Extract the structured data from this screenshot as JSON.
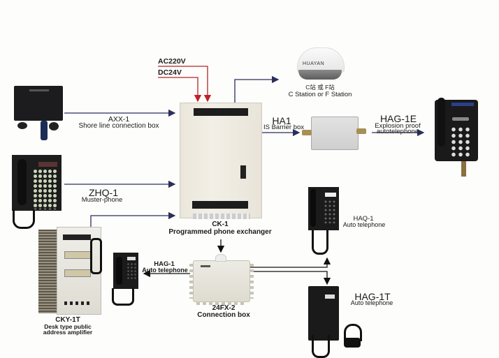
{
  "power": {
    "ac": "AC220V",
    "dc": "DC24V",
    "color": "#b3262a"
  },
  "wire_color": "#2a2f5a",
  "devices": {
    "station": {
      "brand": "HUAYAN",
      "label_cn": "C站 或 F站",
      "label_en": "C Station or F Station"
    },
    "axx": {
      "model": "AXX-1",
      "desc": "Shore line connection box"
    },
    "ck": {
      "model": "CK-1",
      "desc": "Programmed phone exchanger"
    },
    "ha1": {
      "model": "HA1",
      "desc": "IS Barrier box"
    },
    "hag1e": {
      "model": "HAG-1E",
      "desc_line1": "Explosion proof",
      "desc_line2": "autotelephone"
    },
    "zhq": {
      "model": "ZHQ-1",
      "desc": "Muster-phone"
    },
    "haq": {
      "model": "HAQ-1",
      "desc": "Auto telephone"
    },
    "hag1": {
      "model": "HAG-1",
      "desc": "Auto telephone"
    },
    "fx": {
      "model": "24FX-2",
      "desc": "Connection box"
    },
    "hag1t": {
      "model": "HAG-1T",
      "desc": "Auto telephone"
    },
    "cky": {
      "model": "CKY-1T",
      "desc_line1": "Desk type public",
      "desc_line2": "address amplifier"
    }
  }
}
